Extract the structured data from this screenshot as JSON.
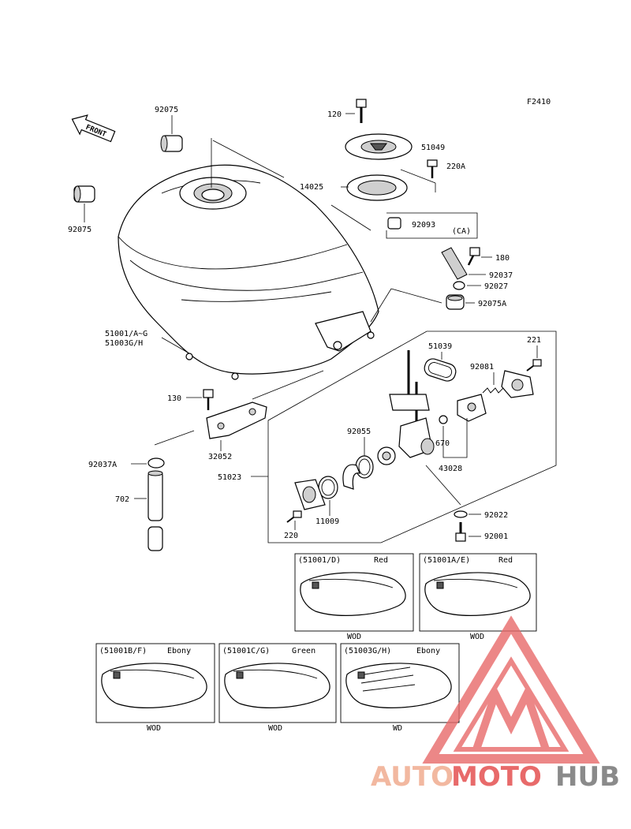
{
  "figure_code": "F2410",
  "front_label": "FRONT",
  "part_numbers": {
    "p92075_top": "92075",
    "p92075_left": "92075",
    "p120": "120",
    "p51049": "51049",
    "p220A": "220A",
    "p14025": "14025",
    "p92093": "92093",
    "p92093_note": "(CA)",
    "p180": "180",
    "p92037": "92037",
    "p92027": "92027",
    "p92075A": "92075A",
    "p51001": "51001/A~G",
    "p51003": "51003G/H",
    "p51039": "51039",
    "p221": "221",
    "p92081": "92081",
    "p130": "130",
    "p92055": "92055",
    "p670": "670",
    "p32052": "32052",
    "p43028": "43028",
    "p92037A": "92037A",
    "p51023": "51023",
    "p702": "702",
    "p11009": "11009",
    "p92022": "92022",
    "p92001": "92001",
    "p220": "220"
  },
  "variants": [
    {
      "code": "(51001/D)",
      "color": "Red",
      "mark": "WOD"
    },
    {
      "code": "(51001A/E)",
      "color": "Red",
      "mark": "WOD"
    },
    {
      "code": "(51001B/F)",
      "color": "Ebony",
      "mark": "WOD"
    },
    {
      "code": "(51001C/G)",
      "color": "Green",
      "mark": "WOD"
    },
    {
      "code": "(51003G/H)",
      "color": "Ebony",
      "mark": "WD"
    }
  ],
  "watermark": {
    "part1": "AUTO",
    "part2": "MOTO",
    "part3": "HUB",
    "color1": "#f2b8a0",
    "color2": "#e86a6a",
    "color3": "#8a8a8a"
  }
}
